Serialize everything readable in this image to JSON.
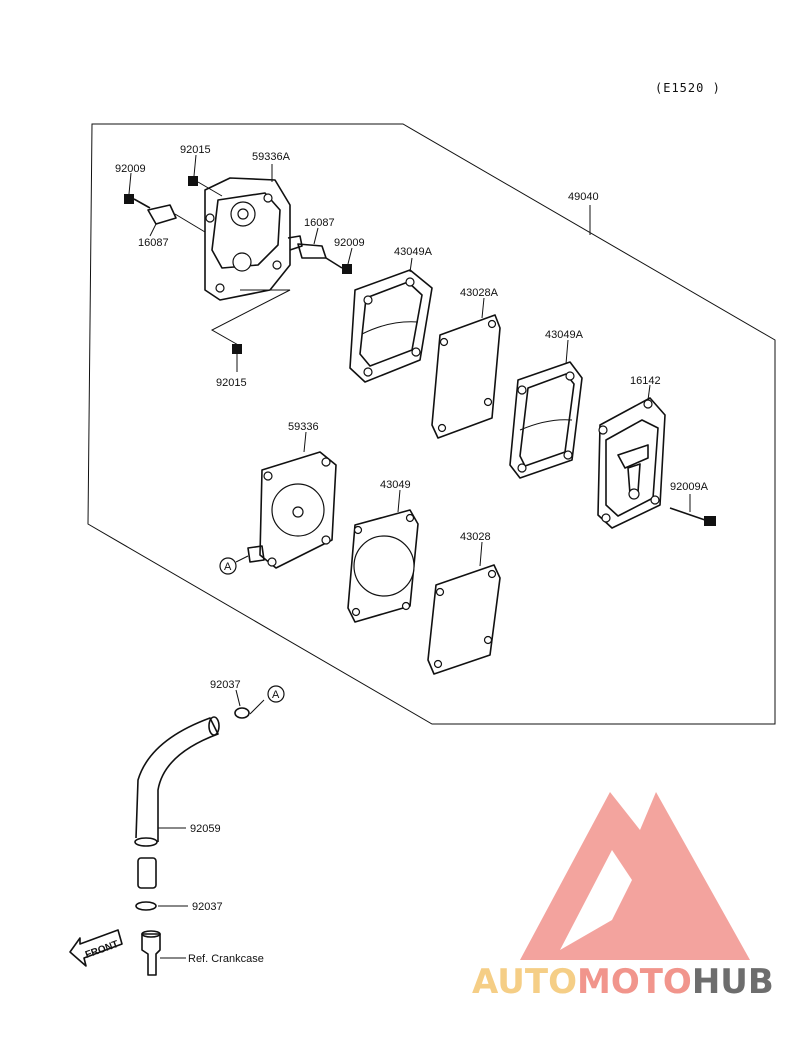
{
  "diagram": {
    "code": "(E1520 )",
    "labels": {
      "p92015_top": "92015",
      "p59336A": "59336A",
      "p92009_left": "92009",
      "p16087_left": "16087",
      "p16087_right": "16087",
      "p92009_right": "92009",
      "p49040": "49040",
      "p43049A_1": "43049A",
      "p43028A": "43028A",
      "p43049A_2": "43049A",
      "p16142": "16142",
      "p92015_bottom": "92015",
      "p59336": "59336",
      "p43049": "43049",
      "p43028": "43028",
      "p92009A": "92009A",
      "p92037_top": "92037",
      "p92059": "92059",
      "p92037_bottom": "92037",
      "ref_crankcase": "Ref. Crankcase",
      "marker_a1": "A",
      "marker_a2": "A",
      "front": "FRONT"
    }
  },
  "watermark": {
    "prefix": "AUTO",
    "middle": "MOTO",
    "suffix": "HUB",
    "colors": {
      "auto": "#f5c97a",
      "moto": "#f08a80",
      "hub": "#5e5e5e",
      "triangle": "#f29a94"
    }
  }
}
